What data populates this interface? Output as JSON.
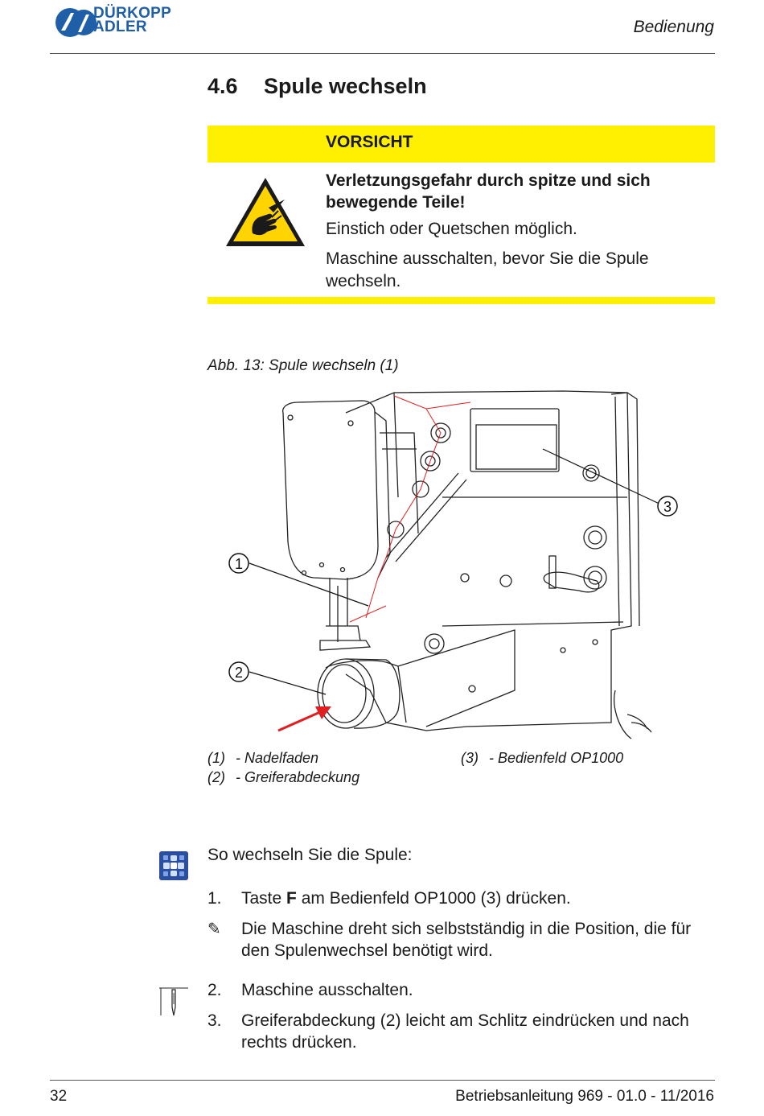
{
  "header": {
    "brand_line1": "DÜRKOPP",
    "brand_line2": "ADLER",
    "section": "Bedienung"
  },
  "section": {
    "number": "4.6",
    "title": "Spule wechseln"
  },
  "caution": {
    "label": "VORSICHT",
    "heading": "Verletzungsgefahr durch spitze und sich bewegende Teile!",
    "text1": "Einstich oder Quetschen möglich.",
    "text2": "Maschine ausschalten, bevor Sie die Spule wechseln."
  },
  "figure": {
    "caption": "Abb. 13: Spule wechseln (1)",
    "callouts": [
      "1",
      "2",
      "3"
    ],
    "legend": [
      {
        "num": "(1)",
        "text": "- Nadelfaden"
      },
      {
        "num": "(2)",
        "text": "- Greiferabdeckung"
      },
      {
        "num": "(3)",
        "text": "- Bedienfeld OP1000"
      }
    ]
  },
  "instructions": {
    "intro": "So wechseln Sie die Spule:",
    "step1": {
      "num": "1.",
      "pre": "Taste ",
      "key": "F",
      "post": " am Bedienfeld OP1000 (3) drücken."
    },
    "result1": {
      "symbol": "✎",
      "text": "Die Maschine dreht sich selbstständig in die Position, die für den Spulenwechsel benötigt wird."
    },
    "step2": {
      "num": "2.",
      "text": "Maschine ausschalten."
    },
    "step3": {
      "num": "3.",
      "text": "Greiferabdeckung (2) leicht am Schlitz eindrücken und nach rechts drücken."
    }
  },
  "footer": {
    "page": "32",
    "doc": "Betriebsanleitung 969 - 01.0 - 11/2016"
  },
  "colors": {
    "caution_yellow": "#ffef00",
    "brand_blue": "#1f5fa8",
    "arrow_red": "#e02020"
  }
}
